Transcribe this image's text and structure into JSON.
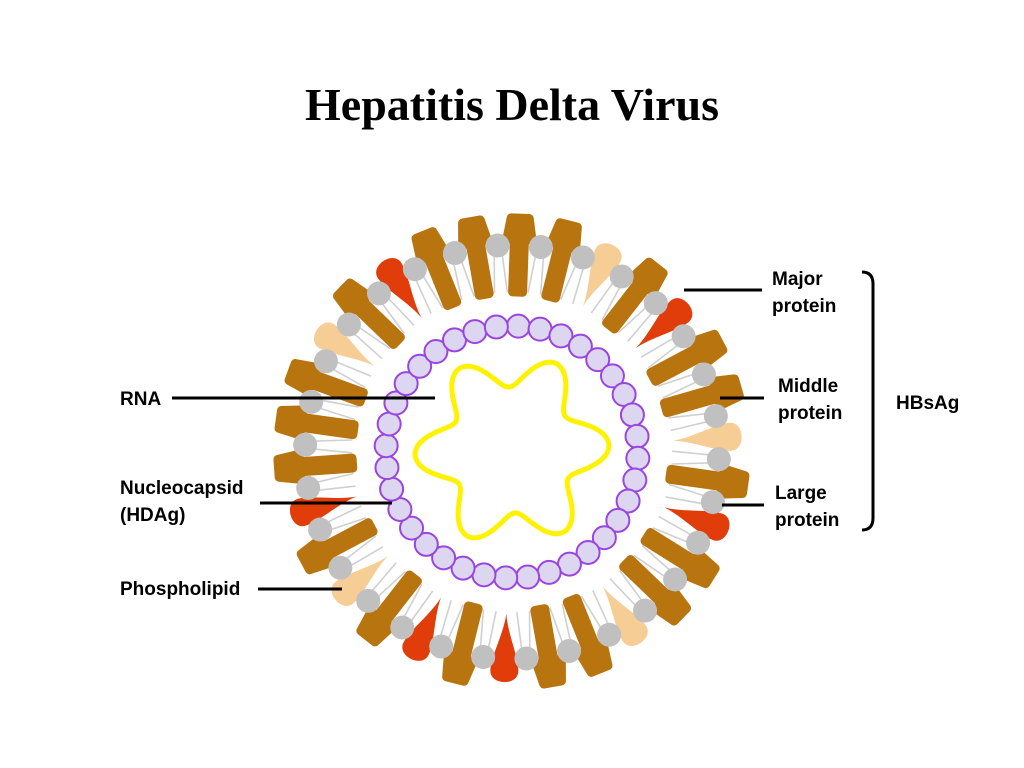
{
  "title": "Hepatitis Delta Virus",
  "labels": {
    "rna": "RNA",
    "nucleocapsid_1": "Nucleocapsid",
    "nucleocapsid_2": "(HDAg)",
    "phospholipid": "Phospholipid",
    "major_1": "Major",
    "major_2": "protein",
    "middle_1": "Middle",
    "middle_2": "protein",
    "large_1": "Large",
    "large_2": "protein",
    "hbsag": "HBsAg"
  },
  "colors": {
    "major_protein": "#B8750F",
    "middle_protein": "#F7CD96",
    "large_protein": "#E03D0A",
    "phospholipid_head": "#C0C0C0",
    "lipid_tail": "#D0D0D0",
    "nucleocapsid_fill": "#DCD6F0",
    "nucleocapsid_stroke": "#9B45E0",
    "rna": "#FFF200",
    "leader_line": "#000000"
  },
  "envelope_sequence": [
    "major",
    "major",
    "middle",
    "major",
    "large",
    "major",
    "major",
    "middle",
    "major",
    "large",
    "major",
    "major",
    "middle",
    "major",
    "major",
    "large",
    "major",
    "large",
    "major",
    "middle",
    "major",
    "large",
    "major",
    "major",
    "major",
    "middle",
    "major",
    "large",
    "major",
    "major"
  ],
  "phospholipid_count": 30,
  "nucleocapsid_bead_count": 36
}
